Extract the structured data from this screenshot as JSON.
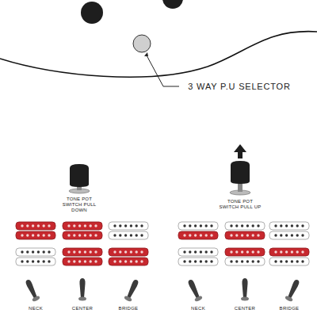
{
  "diagram": {
    "labels": [
      "3 WAY P.U SELECTOR",
      "TONE POT SWITCH PULL DOWN",
      "TONE POT SWITCH PULL UP",
      "NECK",
      "CENTER",
      "BRIDGE",
      "NECK",
      "CENTER",
      "BRIDGE"
    ]
  }
}
